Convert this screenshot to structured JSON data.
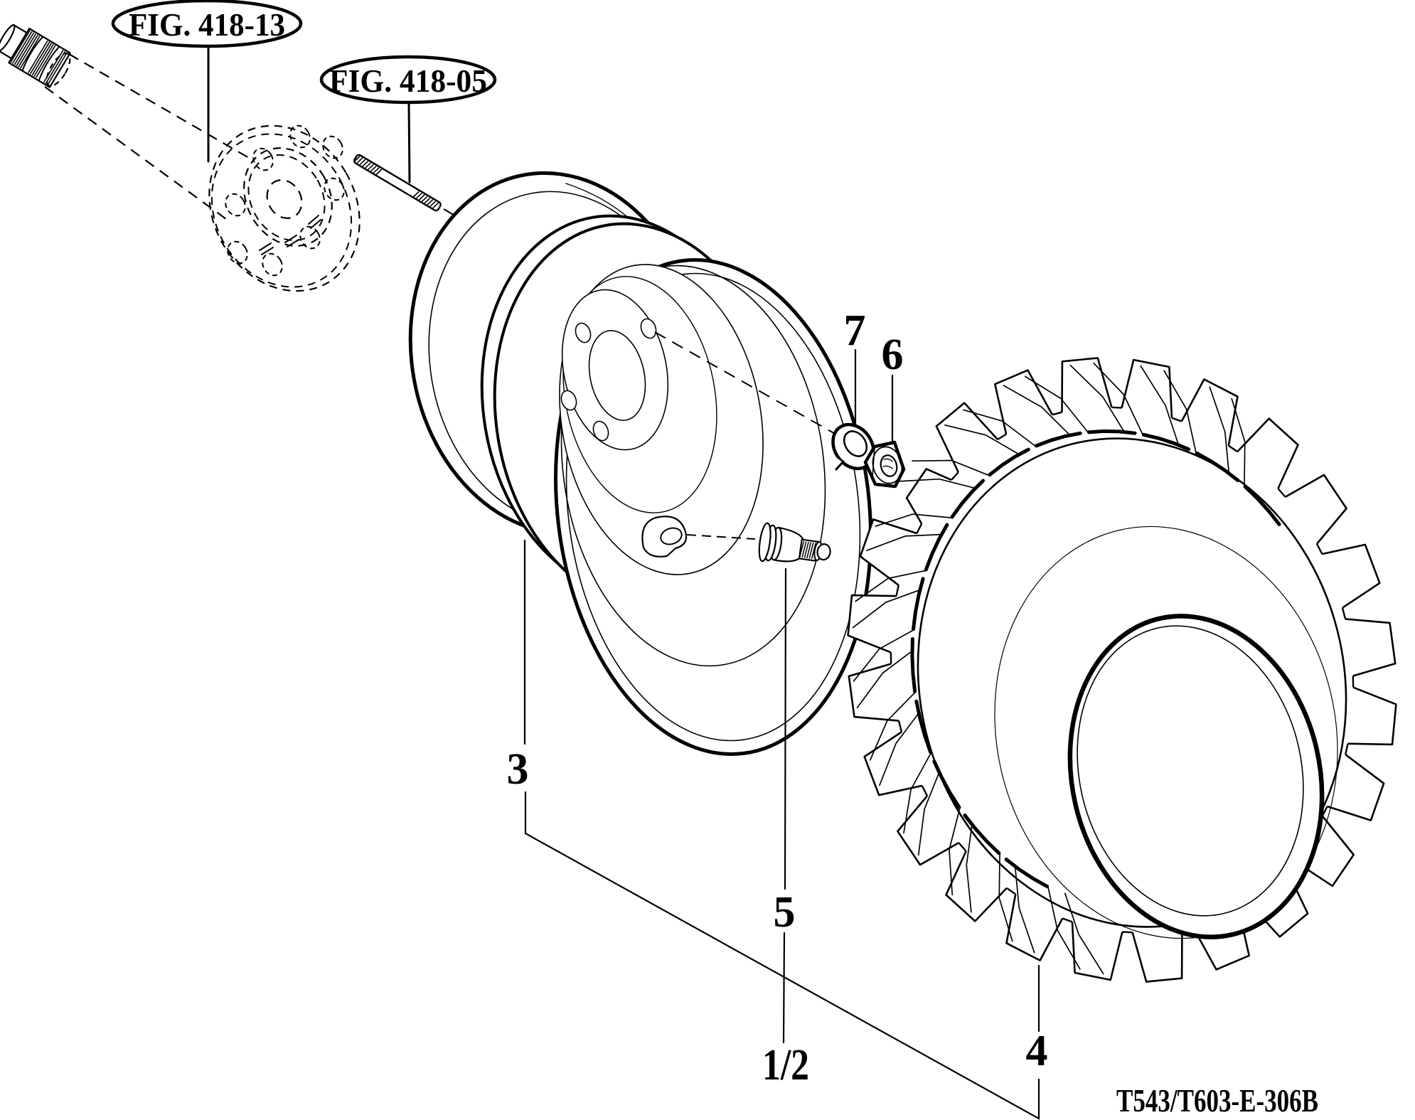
{
  "page": {
    "background": "#ffffff",
    "line_color": "#000000"
  },
  "callouts": {
    "fig1": {
      "label": "FIG. 418-13"
    },
    "fig2": {
      "label": "FIG. 418-05"
    }
  },
  "parts": {
    "rim": {
      "number": "3"
    },
    "tire": {
      "number": "4"
    },
    "valve_stem": {
      "number": "5"
    },
    "nut": {
      "number": "6"
    },
    "washer": {
      "number": "7"
    },
    "assembly": {
      "number": "1/2"
    }
  },
  "footer": {
    "drawing_code": "T543/T603-E-306B"
  }
}
